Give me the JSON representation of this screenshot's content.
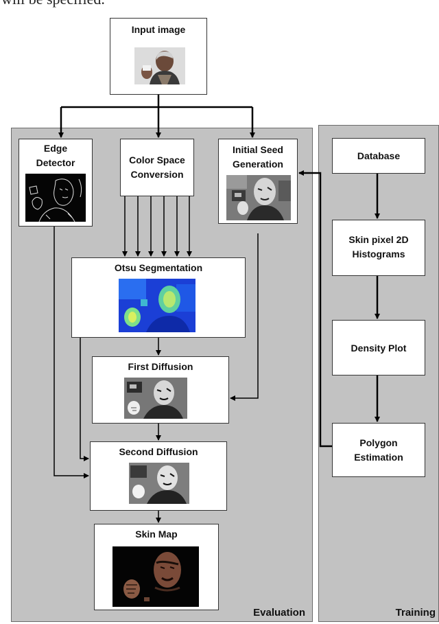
{
  "header_text": "will be specified.",
  "panels": {
    "evaluation_label": "Evaluation",
    "training_label": "Training"
  },
  "boxes": {
    "input_image": "Input image",
    "edge_detector": "Edge\nDetector",
    "color_space": "Color Space\nConversion",
    "initial_seed": "Initial Seed\nGeneration",
    "otsu": "Otsu Segmentation",
    "first_diffusion": "First Diffusion",
    "second_diffusion": "Second Diffusion",
    "skin_map": "Skin Map",
    "database": "Database",
    "histograms": "Skin pixel 2D\nHistograms",
    "density_plot": "Density Plot",
    "polygon": "Polygon\nEstimation"
  }
}
